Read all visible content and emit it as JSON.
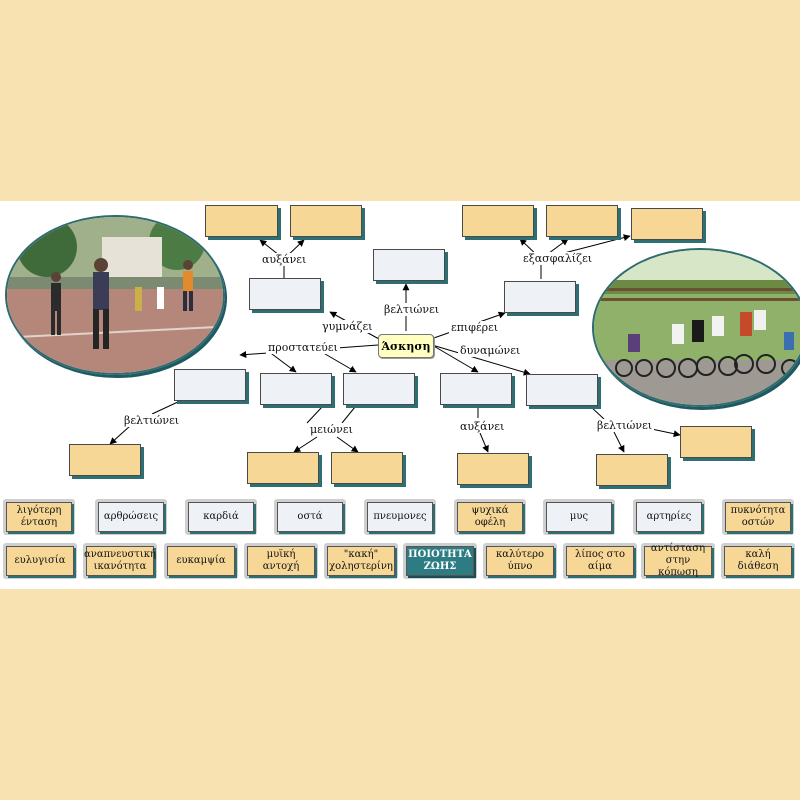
{
  "center_label": "Άσκηση",
  "links": {
    "auxanei_left": "αυξάνει",
    "gymnazei": "γυμνάζει",
    "veltionei_top": "βελτιώνει",
    "epiferei": "επιφέρει",
    "exasfalizei": "εξασφαλίζει",
    "prostatevei": "προστατεύει",
    "dynamonei": "δυναμώνει",
    "veltionei_left": "βελτιώνει",
    "meionei": "μειώνει",
    "auxanei_bottom": "αυξάνει",
    "veltionei_right": "βελτιώνει"
  },
  "tiles_row1": [
    {
      "text": "λιγότερη ένταση",
      "color": "yellow"
    },
    {
      "text": "αρθρώσεις",
      "color": "gray"
    },
    {
      "text": "καρδιά",
      "color": "gray"
    },
    {
      "text": "οστά",
      "color": "gray"
    },
    {
      "text": "πνευμονες",
      "color": "gray"
    },
    {
      "text": "ψυχικά οφέλη",
      "color": "yellow"
    },
    {
      "text": "μυς",
      "color": "gray"
    },
    {
      "text": "αρτηρίες",
      "color": "gray"
    },
    {
      "text": "πυκνότητα οστών",
      "color": "yellow"
    }
  ],
  "tiles_row2": [
    {
      "text": "ευλυγισία",
      "color": "yellow"
    },
    {
      "text": "αναπνευστική ικανότητα",
      "color": "yellow"
    },
    {
      "text": "ευκαμψία",
      "color": "yellow"
    },
    {
      "text": "μυϊκή αντοχή",
      "color": "yellow"
    },
    {
      "text": "\"κακή\" χοληστερίνη",
      "color": "yellow"
    },
    {
      "text": "ΠΟΙΟΤΗΤΑ ΖΩΗΣ",
      "color": "teal"
    },
    {
      "text": "καλύτερο ύπνο",
      "color": "yellow"
    },
    {
      "text": "λίπος στο αίμα",
      "color": "yellow"
    },
    {
      "text": "αντίσταση στην κόπωση",
      "color": "yellow"
    },
    {
      "text": "καλή διάθεση",
      "color": "yellow"
    }
  ],
  "colors": {
    "background": "#f9e2b2",
    "yellow_box": "#f6d796",
    "gray_box": "#eef2f6",
    "teal": "#2d7b83"
  }
}
